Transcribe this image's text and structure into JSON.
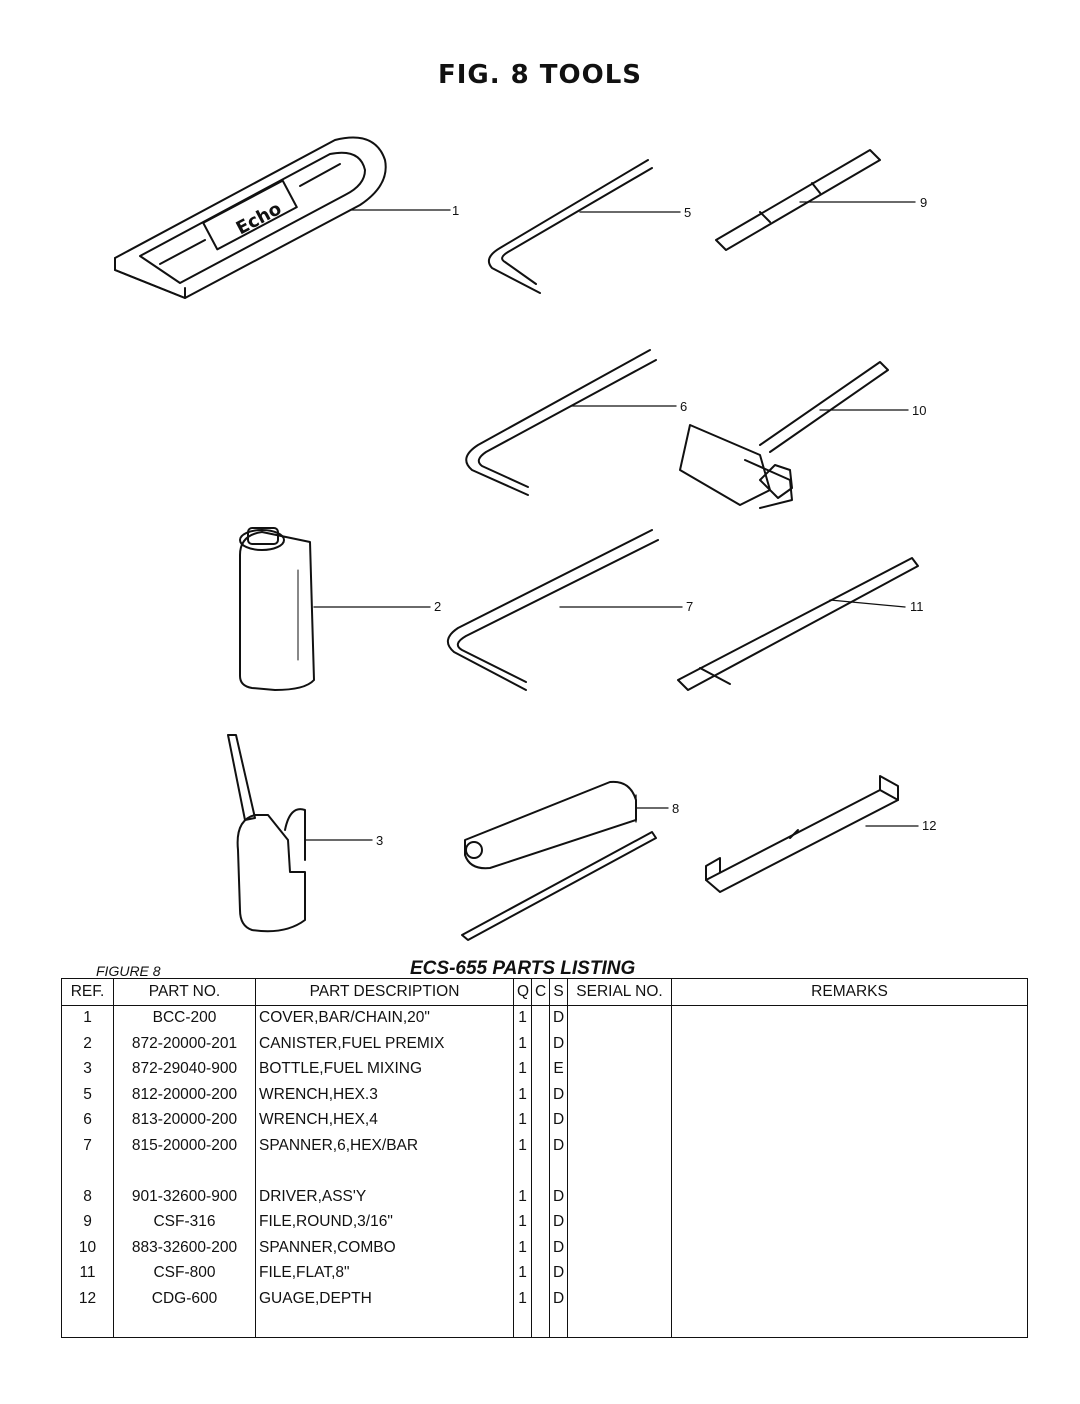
{
  "page": {
    "figure_title": "FIG. 8  TOOLS",
    "figure_label": "FIGURE 8",
    "listing_title": "ECS-655 PARTS LISTING"
  },
  "illustration": {
    "callouts": [
      "1",
      "2",
      "3",
      "5",
      "6",
      "7",
      "8",
      "9",
      "10",
      "11",
      "12"
    ],
    "cover_logo_text": "Echo"
  },
  "table": {
    "headers": [
      "REF.",
      "PART NO.",
      "PART DESCRIPTION",
      "Q",
      "C",
      "S",
      "SERIAL NO.",
      "REMARKS"
    ],
    "rows": [
      {
        "ref": "1",
        "part_no": "BCC-200",
        "desc": "COVER,BAR/CHAIN,20\"",
        "q": "1",
        "c": "",
        "s": "D",
        "serial": "",
        "remarks": ""
      },
      {
        "ref": "2",
        "part_no": "872-20000-201",
        "desc": "CANISTER,FUEL PREMIX",
        "q": "1",
        "c": "",
        "s": "D",
        "serial": "",
        "remarks": ""
      },
      {
        "ref": "3",
        "part_no": "872-29040-900",
        "desc": "BOTTLE,FUEL MIXING",
        "q": "1",
        "c": "",
        "s": "E",
        "serial": "",
        "remarks": ""
      },
      {
        "ref": "5",
        "part_no": "812-20000-200",
        "desc": "WRENCH,HEX.3",
        "q": "1",
        "c": "",
        "s": "D",
        "serial": "",
        "remarks": ""
      },
      {
        "ref": "6",
        "part_no": "813-20000-200",
        "desc": "WRENCH,HEX,4",
        "q": "1",
        "c": "",
        "s": "D",
        "serial": "",
        "remarks": ""
      },
      {
        "ref": "7",
        "part_no": "815-20000-200",
        "desc": "SPANNER,6,HEX/BAR",
        "q": "1",
        "c": "",
        "s": "D",
        "serial": "",
        "remarks": ""
      },
      {
        "ref": "",
        "part_no": "",
        "desc": "",
        "q": "",
        "c": "",
        "s": "",
        "serial": "",
        "remarks": ""
      },
      {
        "ref": "8",
        "part_no": "901-32600-900",
        "desc": "DRIVER,ASS'Y",
        "q": "1",
        "c": "",
        "s": "D",
        "serial": "",
        "remarks": ""
      },
      {
        "ref": "9",
        "part_no": "CSF-316",
        "desc": "FILE,ROUND,3/16\"",
        "q": "1",
        "c": "",
        "s": "D",
        "serial": "",
        "remarks": ""
      },
      {
        "ref": "10",
        "part_no": "883-32600-200",
        "desc": "SPANNER,COMBO",
        "q": "1",
        "c": "",
        "s": "D",
        "serial": "",
        "remarks": ""
      },
      {
        "ref": "11",
        "part_no": "CSF-800",
        "desc": "FILE,FLAT,8\"",
        "q": "1",
        "c": "",
        "s": "D",
        "serial": "",
        "remarks": ""
      },
      {
        "ref": "12",
        "part_no": "CDG-600",
        "desc": "GUAGE,DEPTH",
        "q": "1",
        "c": "",
        "s": "D",
        "serial": "",
        "remarks": ""
      },
      {
        "ref": "",
        "part_no": "",
        "desc": "",
        "q": "",
        "c": "",
        "s": "",
        "serial": "",
        "remarks": ""
      }
    ]
  }
}
